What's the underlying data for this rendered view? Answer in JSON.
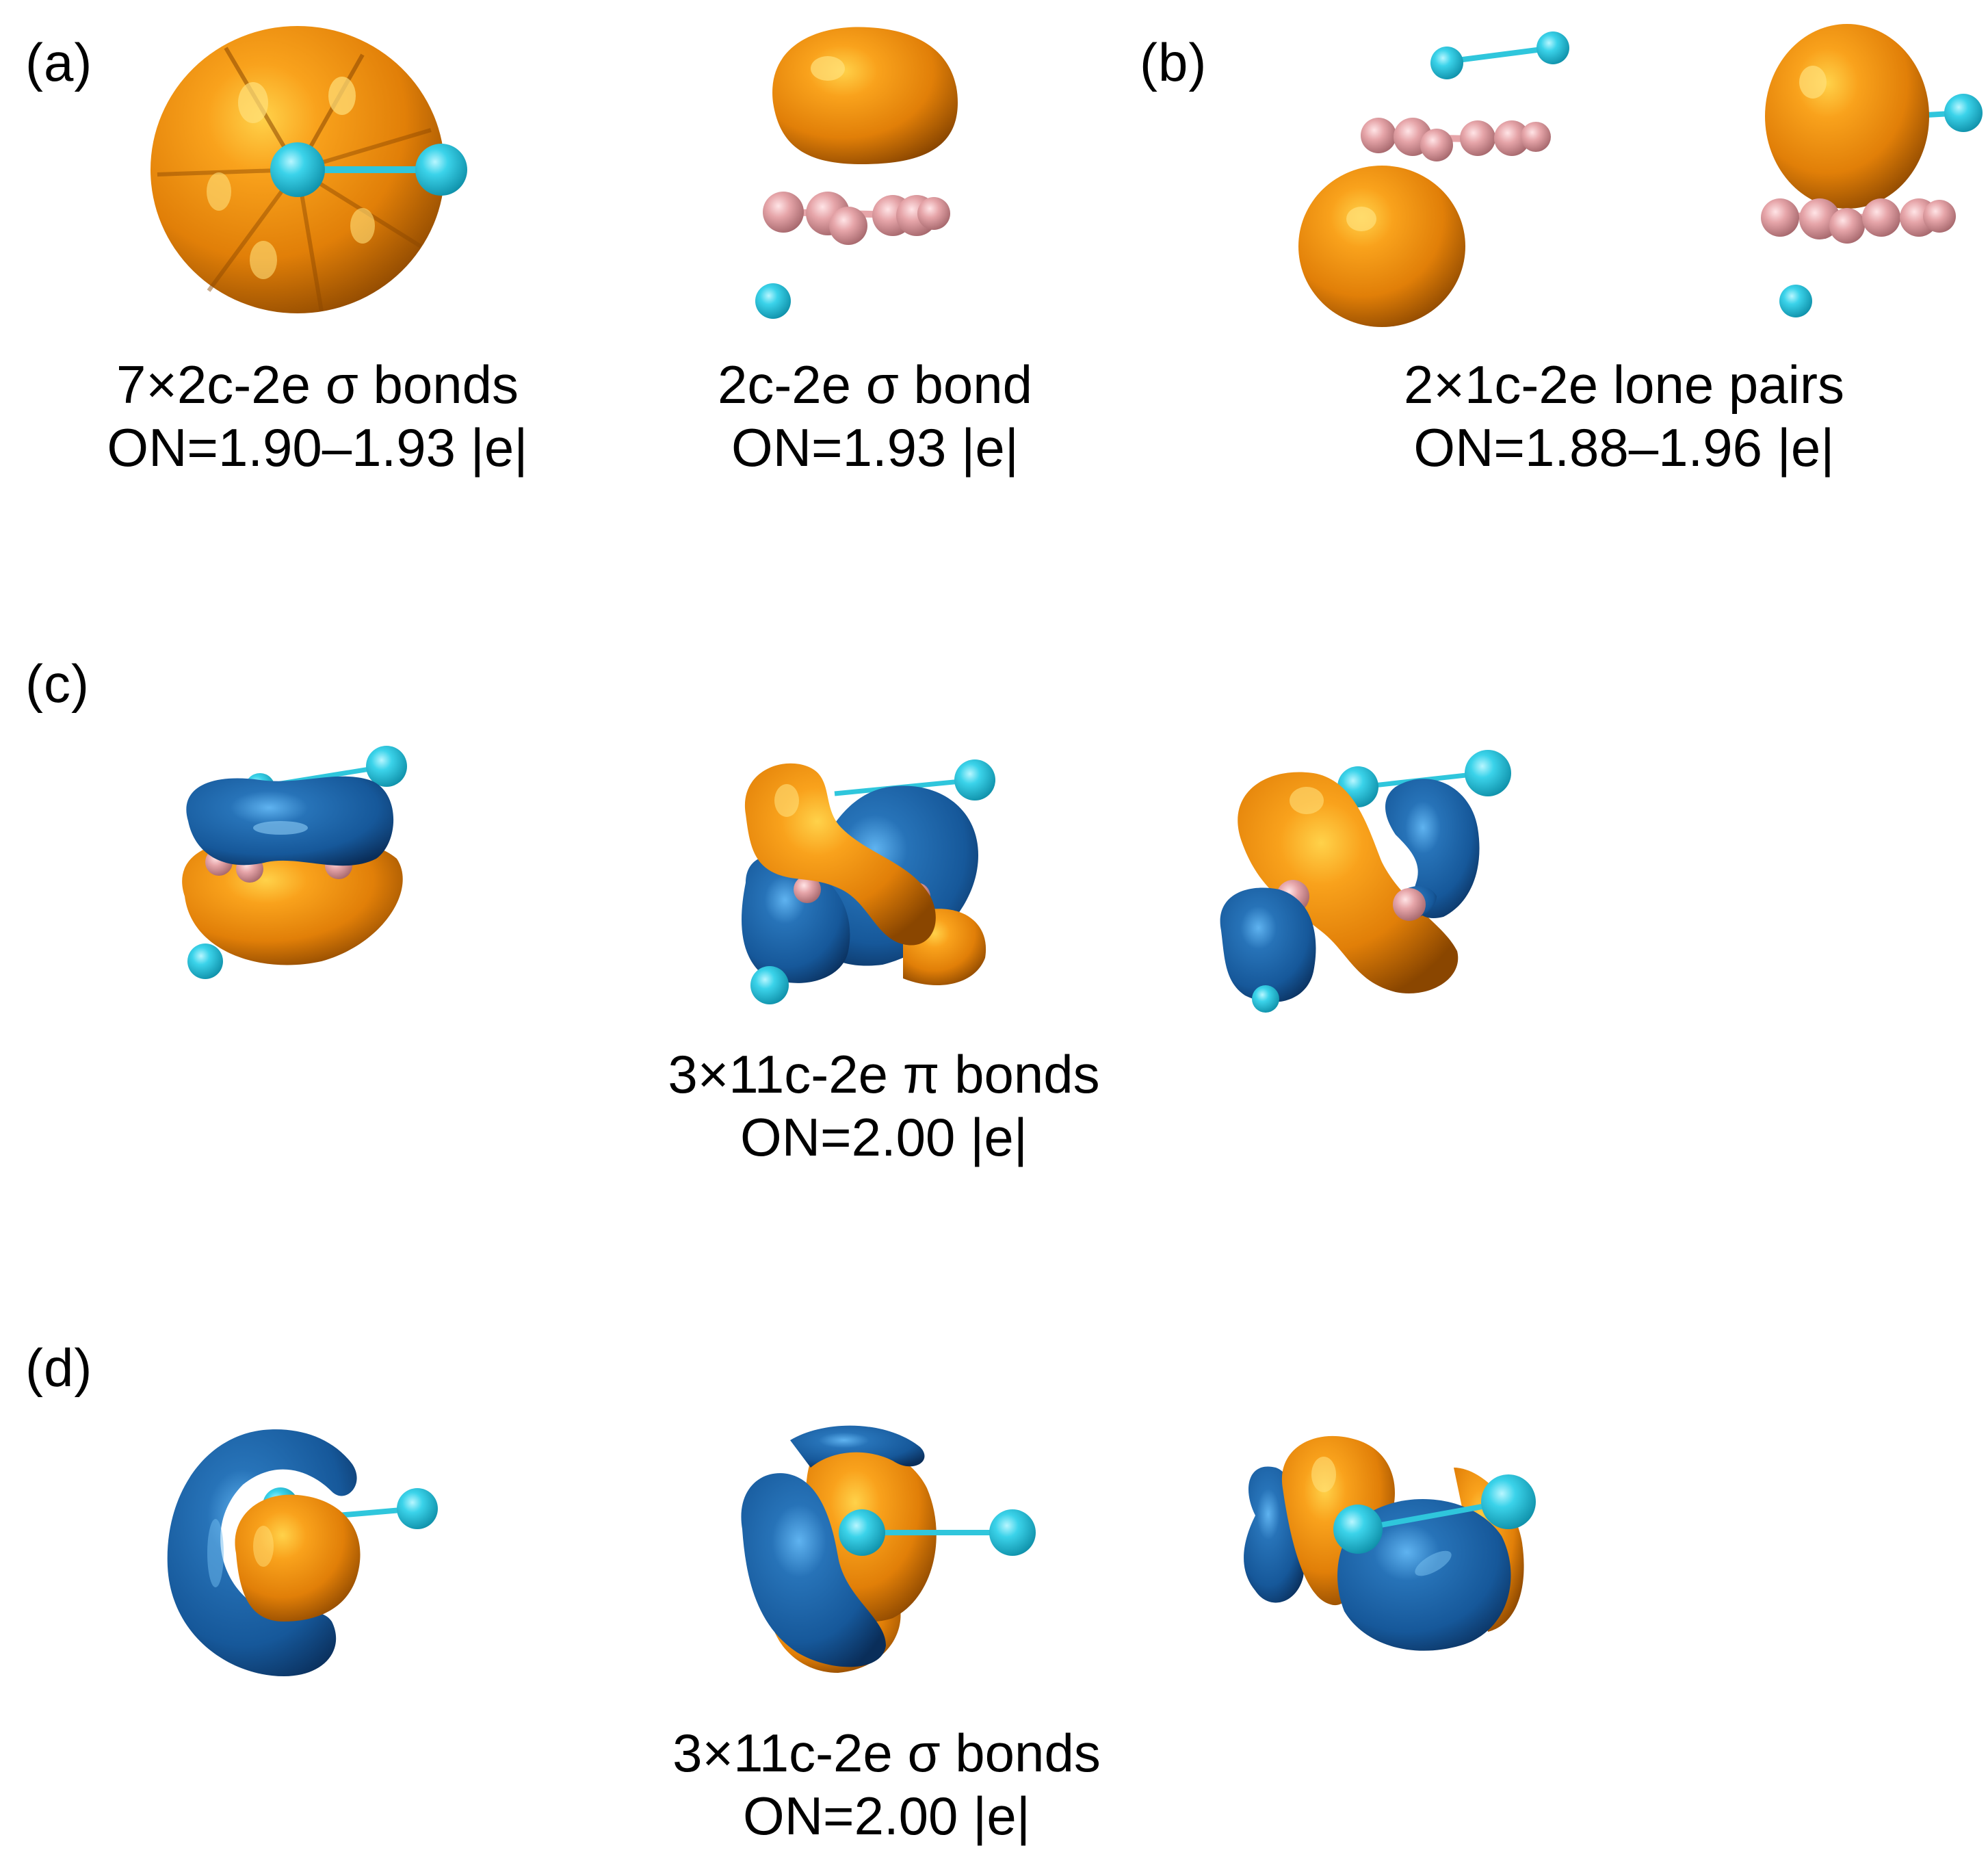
{
  "figure": {
    "colors": {
      "positive_phase": "#F08A0C",
      "negative_phase": "#1B5E9E",
      "ligand_atom": "#2FC6DC",
      "boron_atom": "#E0A0A4",
      "background": "#FFFFFF",
      "text": "#000000"
    },
    "panels": [
      {
        "label": "(a)",
        "items": [
          {
            "caption_line1": "7×2c-2e σ bonds",
            "caption_line2": "ON=1.90–1.93 |e|"
          },
          {
            "caption_line1": "2c-2e σ bond",
            "caption_line2": "ON=1.93 |e|"
          }
        ]
      },
      {
        "label": "(b)",
        "items": [
          {
            "caption_line1": "2×1c-2e lone pairs",
            "caption_line2": "ON=1.88–1.96 |e|"
          }
        ]
      },
      {
        "label": "(c)",
        "items": [
          {
            "caption_line1": "3×11c-2e π bonds",
            "caption_line2": "ON=2.00 |e|"
          }
        ]
      },
      {
        "label": "(d)",
        "items": [
          {
            "caption_line1": "3×11c-2e σ bonds",
            "caption_line2": "ON=2.00 |e|"
          }
        ]
      }
    ]
  }
}
